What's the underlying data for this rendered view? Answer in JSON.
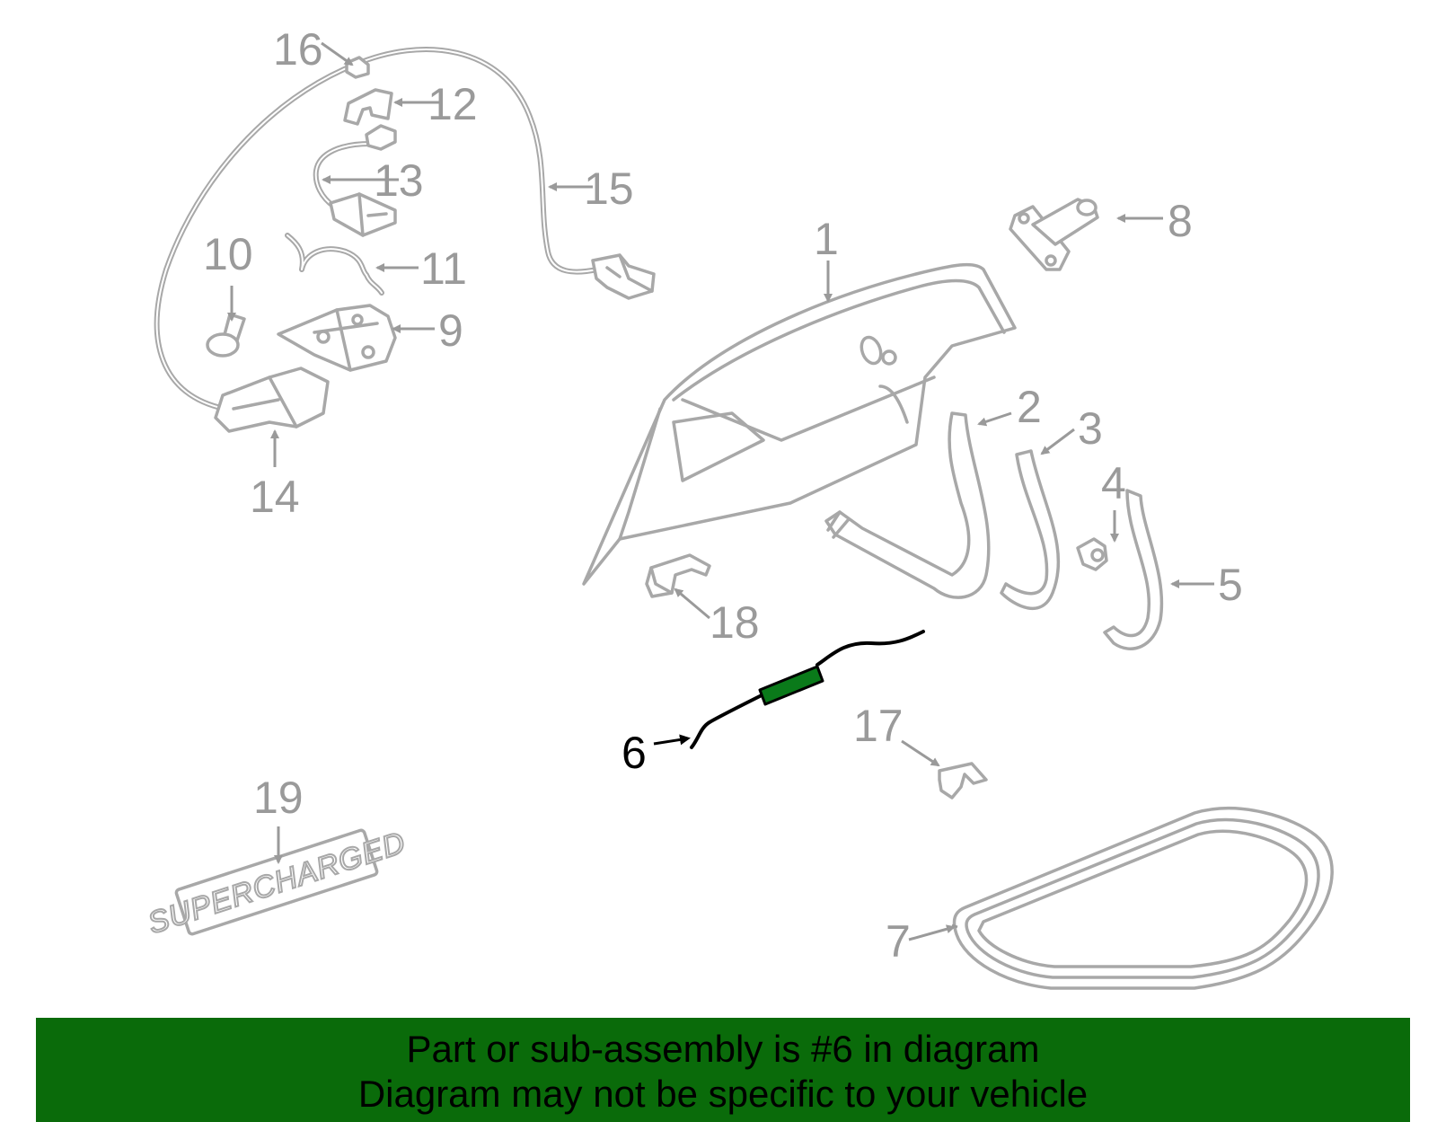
{
  "callouts": {
    "c1": "1",
    "c2": "2",
    "c3": "3",
    "c4": "4",
    "c5": "5",
    "c6": "6",
    "c7": "7",
    "c8": "8",
    "c9": "9",
    "c10": "10",
    "c11": "11",
    "c12": "12",
    "c13": "13",
    "c14": "14",
    "c15": "15",
    "c16": "16",
    "c17": "17",
    "c18": "18",
    "c19": "19"
  },
  "emblem_text": "SUPERCHARGED",
  "highlight": {
    "part_number": "6",
    "color": "#0a7a1a"
  },
  "colors": {
    "banner_bg": "#0a6b0a",
    "part_stroke": "#a8a8a8",
    "callout": "#9a9a9a",
    "highlight_callout": "#000000"
  },
  "banner": {
    "line1": "Part or sub-assembly is #6 in diagram",
    "line2": "Diagram may not be specific to your vehicle"
  }
}
